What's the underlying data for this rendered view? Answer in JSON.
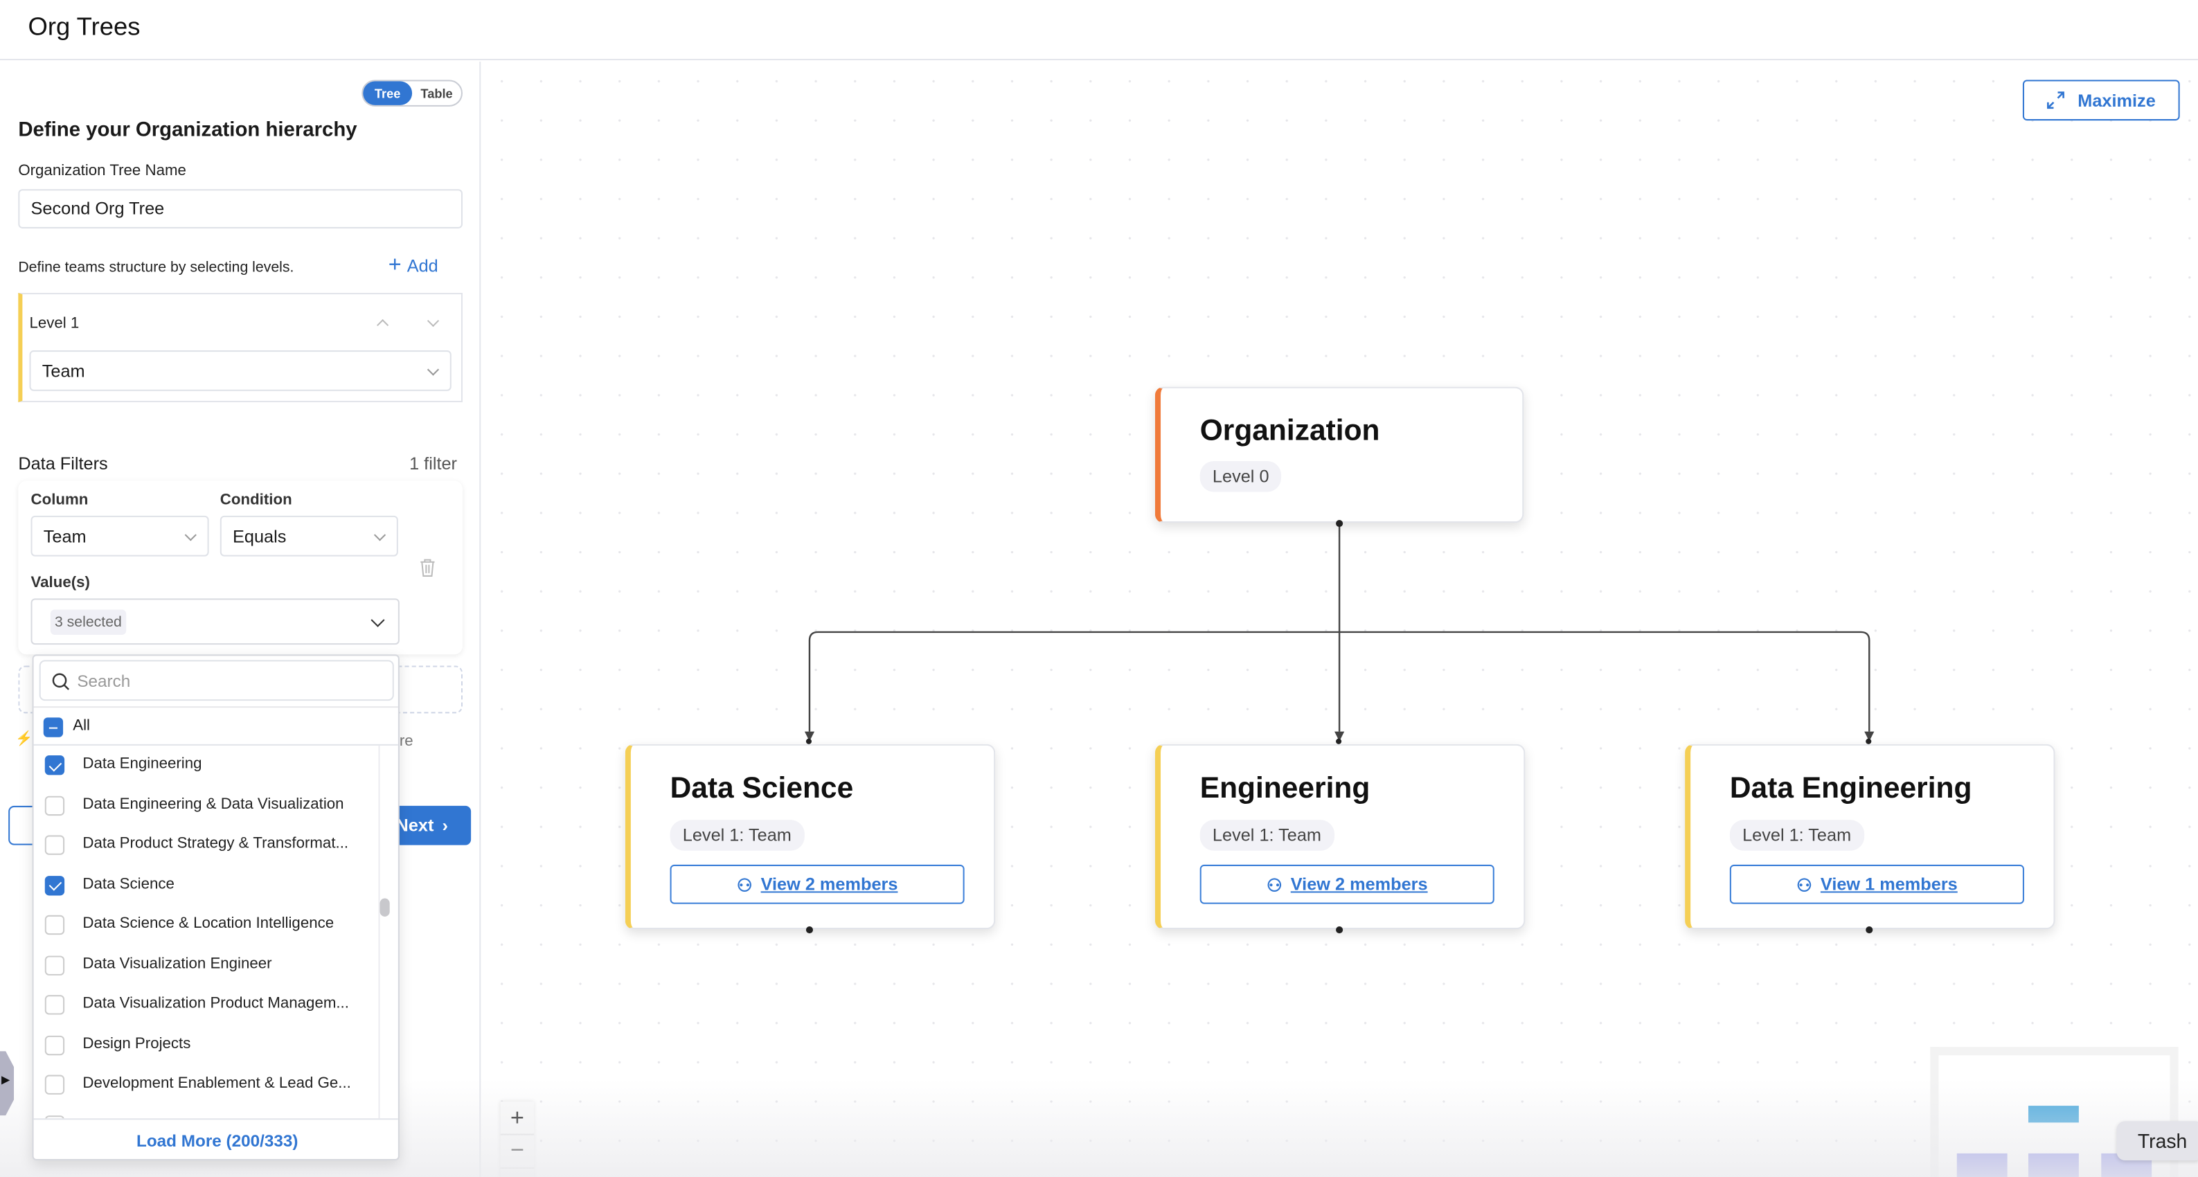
{
  "header": {
    "title": "Org Trees"
  },
  "left": {
    "view_toggle": {
      "options": [
        "Tree",
        "Table"
      ],
      "selected": "Tree"
    },
    "heading": "Define your Organization hierarchy",
    "tree_name_label": "Organization Tree Name",
    "tree_name_value": "Second Org Tree",
    "levels_hint": "Define teams structure by selecting levels.",
    "add_label": "Add",
    "levels": [
      {
        "label": "Level 1",
        "value": "Team"
      }
    ],
    "filters": {
      "title": "Data Filters",
      "count": "1 filter",
      "column_label": "Column",
      "column_value": "Team",
      "condition_label": "Condition",
      "condition_value": "Equals",
      "values_label": "Value(s)",
      "values_chip": "3 selected"
    },
    "hidden_fragment": "re",
    "next_label": "Next",
    "dropdown": {
      "search_placeholder": "Search",
      "all_label": "All",
      "items": [
        {
          "label": "Data Engineering",
          "checked": true
        },
        {
          "label": "Data Engineering & Data Visualization",
          "checked": false
        },
        {
          "label": "Data Product Strategy & Transformat...",
          "checked": false
        },
        {
          "label": "Data Science",
          "checked": true
        },
        {
          "label": "Data Science & Location Intelligence",
          "checked": false
        },
        {
          "label": "Data Visualization Engineer",
          "checked": false
        },
        {
          "label": "Data Visualization Product Managem...",
          "checked": false
        },
        {
          "label": "Design Projects",
          "checked": false
        },
        {
          "label": "Development Enablement & Lead Ge...",
          "checked": false
        }
      ],
      "load_more": "Load More (200/333)"
    }
  },
  "canvas": {
    "maximize_label": "Maximize",
    "root": {
      "title": "Organization",
      "level": "Level 0",
      "accent": "#f07a3a"
    },
    "children": [
      {
        "title": "Data Science",
        "level": "Level 1: Team",
        "members": "View 2 members"
      },
      {
        "title": "Engineering",
        "level": "Level 1: Team",
        "members": "View 2 members"
      },
      {
        "title": "Data Engineering",
        "level": "Level 1: Team",
        "members": "View 1 members"
      }
    ],
    "child_accent": "#f5cf55",
    "zoom_in": "+",
    "zoom_out": "−",
    "tooltip": "Trash"
  },
  "colors": {
    "primary": "#3176d2"
  }
}
